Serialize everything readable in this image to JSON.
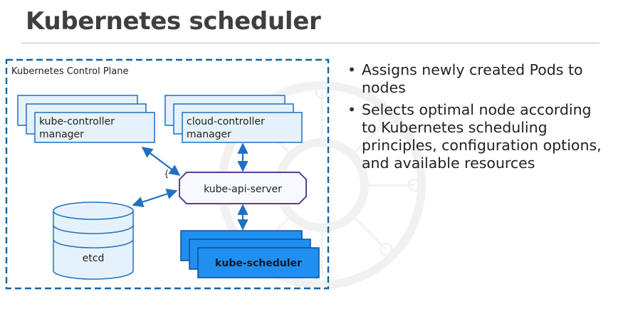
{
  "title": "Kubernetes scheduler",
  "diagram": {
    "control_plane_label": "Kubernetes Control Plane",
    "kube_controller_manager": [
      "kube-controller",
      "manager"
    ],
    "cloud_controller_manager": [
      "cloud-controller",
      "manager"
    ],
    "api_server": "kube-api-server",
    "etcd": "etcd",
    "scheduler": "kube-scheduler",
    "brace": "{",
    "colors": {
      "border_dashed": "#1464a5",
      "box_fill": "#e6f2fb",
      "box_stroke": "#1f70c1",
      "api_fill": "#f7f9ff",
      "api_stroke": "#5b3e96",
      "scheduler_fill": "#1f8ff0",
      "scheduler_stroke": "#0b4f9c",
      "arrow": "#1f70c1"
    }
  },
  "bullets": [
    "Assigns newly created Pods to nodes",
    "Selects optimal node according to Kubernetes scheduling principles, configuration options, and available resources"
  ]
}
